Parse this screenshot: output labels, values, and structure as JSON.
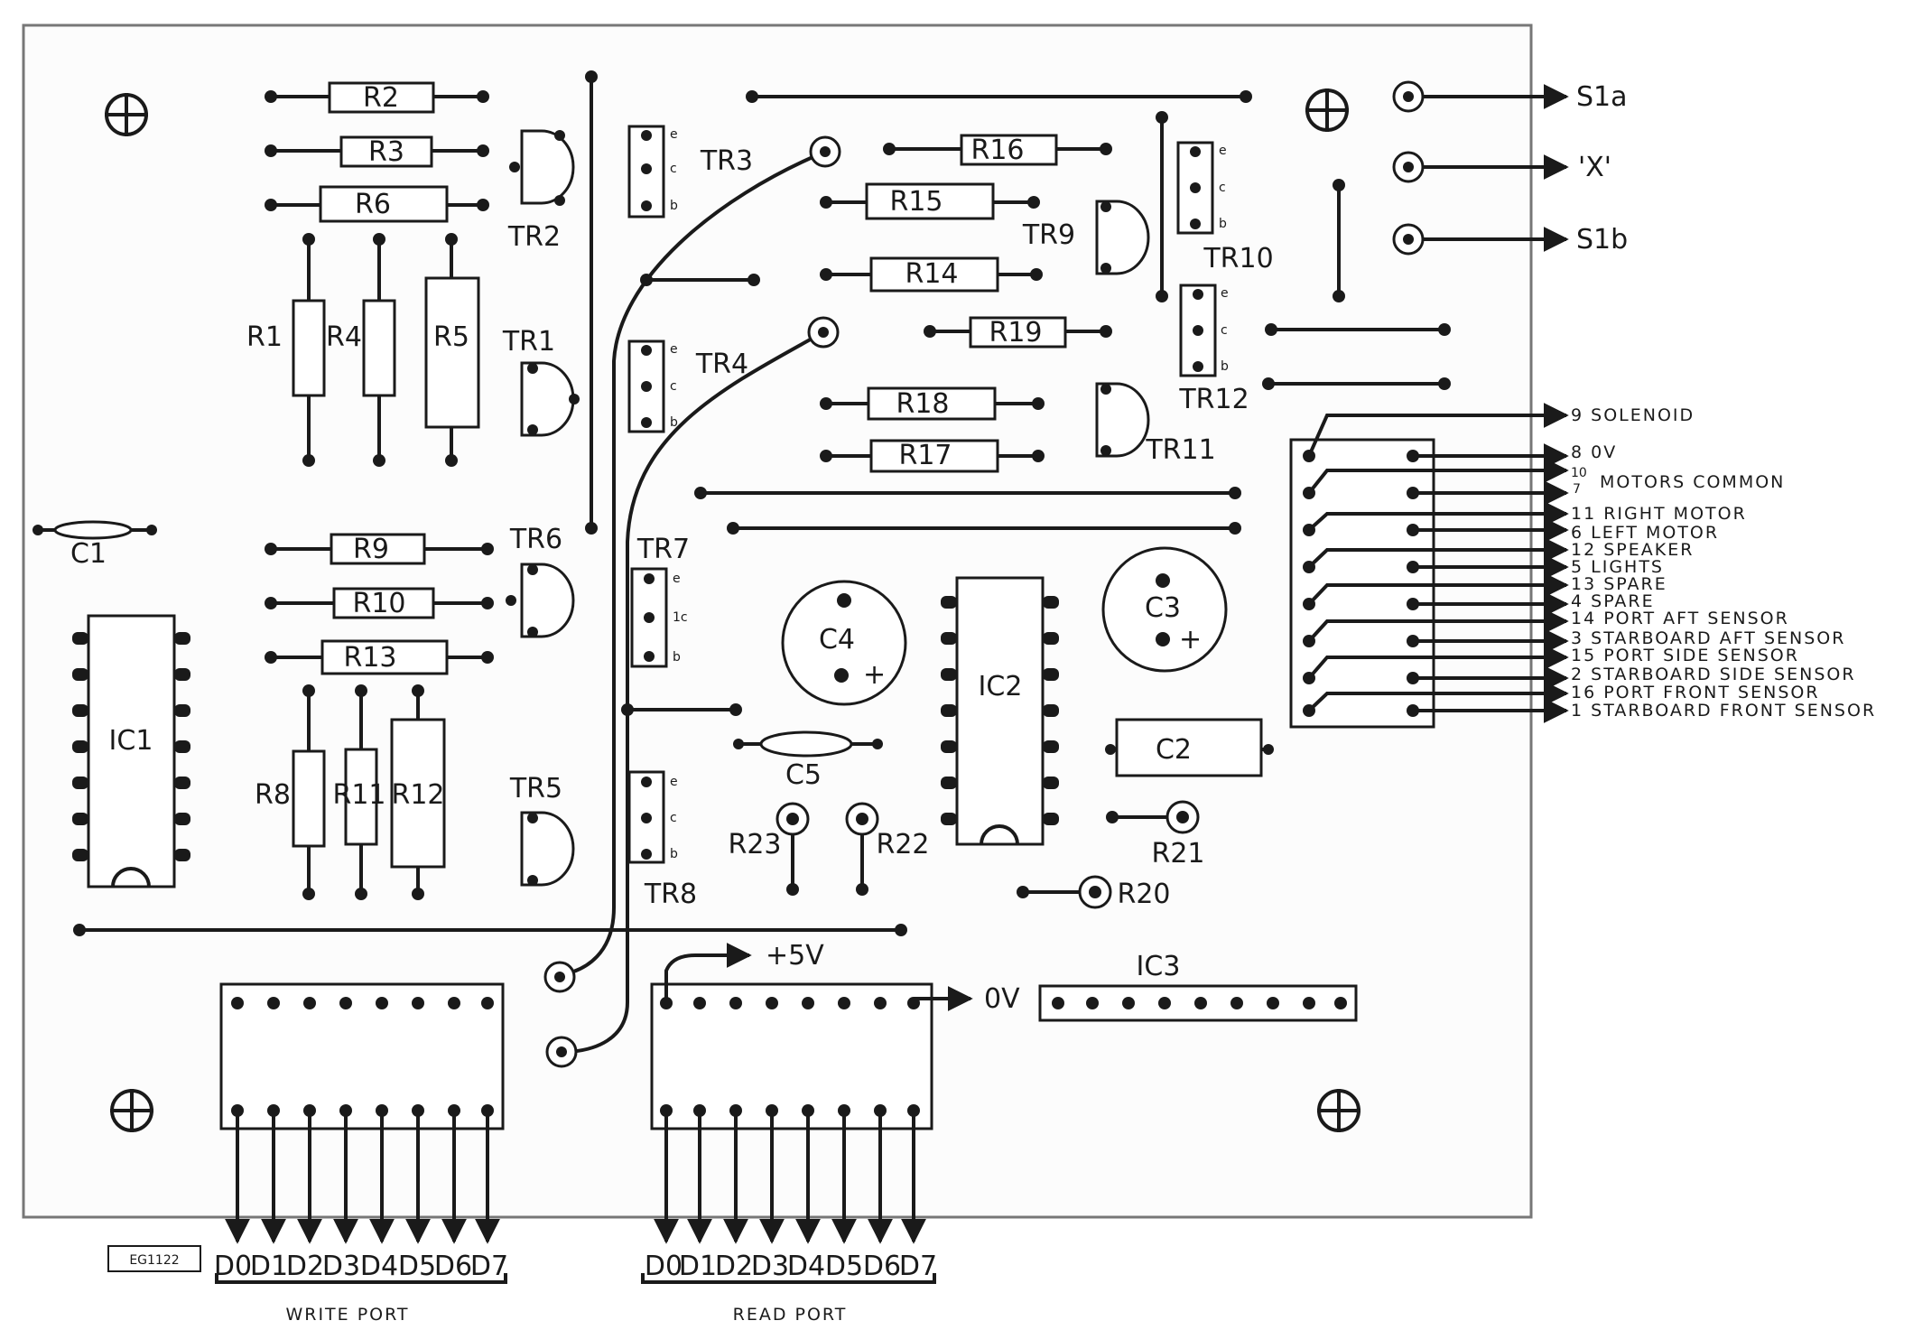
{
  "resistors": [
    {
      "id": "r2",
      "label": "R2"
    },
    {
      "id": "r3",
      "label": "R3"
    },
    {
      "id": "r6",
      "label": "R6"
    },
    {
      "id": "r1",
      "label": "R1"
    },
    {
      "id": "r4",
      "label": "R4"
    },
    {
      "id": "r5",
      "label": "R5"
    },
    {
      "id": "r9",
      "label": "R9"
    },
    {
      "id": "r10",
      "label": "R10"
    },
    {
      "id": "r13",
      "label": "R13"
    },
    {
      "id": "r8",
      "label": "R8"
    },
    {
      "id": "r11",
      "label": "R11"
    },
    {
      "id": "r12",
      "label": "R12"
    },
    {
      "id": "r16",
      "label": "R16"
    },
    {
      "id": "r15",
      "label": "R15"
    },
    {
      "id": "r14",
      "label": "R14"
    },
    {
      "id": "r19",
      "label": "R19"
    },
    {
      "id": "r18",
      "label": "R18"
    },
    {
      "id": "r17",
      "label": "R17"
    },
    {
      "id": "r23",
      "label": "R23"
    },
    {
      "id": "r22",
      "label": "R22"
    },
    {
      "id": "r21",
      "label": "R21"
    },
    {
      "id": "r20",
      "label": "R20"
    }
  ],
  "transistors": [
    {
      "id": "tr1",
      "label": "TR1"
    },
    {
      "id": "tr2",
      "label": "TR2"
    },
    {
      "id": "tr3",
      "label": "TR3"
    },
    {
      "id": "tr4",
      "label": "TR4"
    },
    {
      "id": "tr5",
      "label": "TR5"
    },
    {
      "id": "tr6",
      "label": "TR6"
    },
    {
      "id": "tr7",
      "label": "TR7"
    },
    {
      "id": "tr8",
      "label": "TR8"
    },
    {
      "id": "tr9",
      "label": "TR9"
    },
    {
      "id": "tr10",
      "label": "TR10"
    },
    {
      "id": "tr11",
      "label": "TR11"
    },
    {
      "id": "tr12",
      "label": "TR12"
    }
  ],
  "pin_letters": {
    "e": "e",
    "c": "c",
    "b": "b",
    "tr7_c": "1c"
  },
  "ics": {
    "ic1": "IC1",
    "ic2": "IC2",
    "ic3": "IC3"
  },
  "capacitors": {
    "c1": "C1",
    "c2": "C2",
    "c3": "C3",
    "c4": "C4",
    "c5": "C5",
    "plus": "+"
  },
  "right_terminals": {
    "s1a": "S1a",
    "x": "'X'",
    "s1b": "S1b"
  },
  "connector_lines": [
    "9  SOLENOID",
    "8  0V",
    "10",
    "7",
    "11 RIGHT MOTOR",
    "6  LEFT MOTOR",
    "12 SPEAKER",
    "5  LIGHTS",
    "13 SPARE",
    "4  SPARE",
    "14 PORT AFT SENSOR",
    "3  STARBOARD AFT SENSOR",
    "15 PORT SIDE SENSOR",
    "2  STARBOARD SIDE SENSOR",
    "16 PORT FRONT SENSOR",
    "1  STARBOARD FRONT SENSOR"
  ],
  "motors_common": "MOTORS COMMON",
  "power": {
    "plus5v": "+5V",
    "zero_v": "0V"
  },
  "write_port": {
    "title": "WRITE PORT",
    "bits": [
      "D0",
      "D1",
      "D2",
      "D3",
      "D4",
      "D5",
      "D6",
      "D7"
    ]
  },
  "read_port": {
    "title": "READ PORT",
    "bits": [
      "D0",
      "D1",
      "D2",
      "D3",
      "D4",
      "D5",
      "D6",
      "D7"
    ]
  },
  "ref_code": "EG1122"
}
